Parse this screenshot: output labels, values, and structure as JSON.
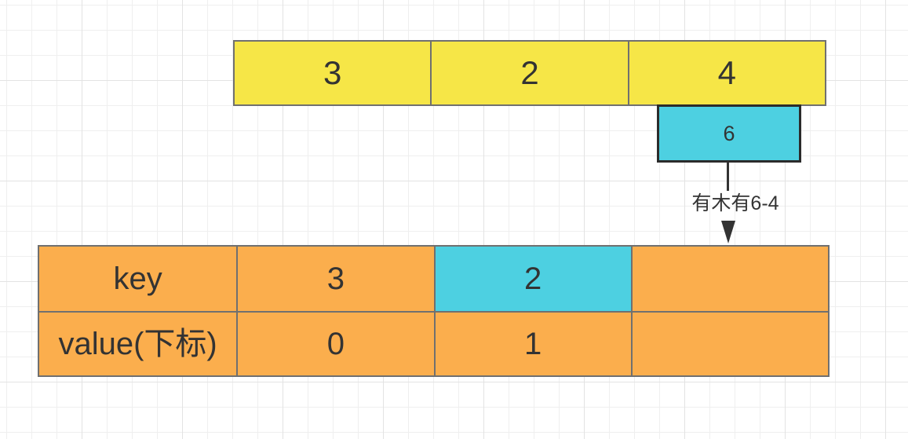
{
  "colors": {
    "canvas_bg": "#ffffff",
    "grid_minor": "#efefef",
    "grid_major": "#e3e3e3",
    "yellow": "#f6e647",
    "cyan": "#4dd0e1",
    "orange": "#fbae4d",
    "shape_border": "#707070",
    "dark_border": "#2b2b2b",
    "text": "#333333",
    "arrow": "#333333"
  },
  "nums_array": {
    "cells": [
      "3",
      "2",
      "4"
    ]
  },
  "candidate_box": {
    "value": "6"
  },
  "arrow": {
    "label": "有木有6-4"
  },
  "hash_table": {
    "row_headers": [
      "key",
      "value(下标)"
    ],
    "key_row": [
      "3",
      "2",
      ""
    ],
    "value_row": [
      "0",
      "1",
      ""
    ],
    "highlighted_key": "2"
  }
}
